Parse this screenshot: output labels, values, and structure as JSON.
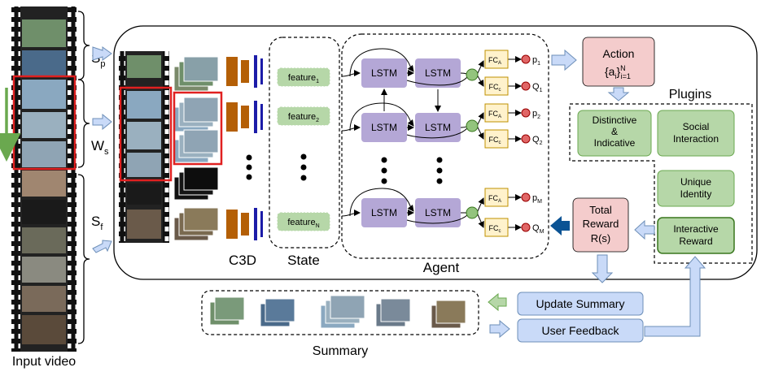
{
  "input_video_label": "Input video",
  "segments": {
    "sp": {
      "main": "S",
      "sub": "p"
    },
    "ws": {
      "main": "W",
      "sub": "s"
    },
    "sf": {
      "main": "S",
      "sub": "f"
    }
  },
  "c3d_label": "C3D",
  "state": {
    "label": "State",
    "features": [
      {
        "main": "feature",
        "sub": "1"
      },
      {
        "main": "feature",
        "sub": "2"
      },
      {
        "main": "feature",
        "sub": "N"
      }
    ]
  },
  "agent": {
    "label": "Agent",
    "lstm_label": "LSTM",
    "fc_a": {
      "main": "FC",
      "sub": "A"
    },
    "fc_c": {
      "main": "FC",
      "sub": "c"
    },
    "outputs": [
      {
        "p": {
          "main": "p",
          "sub": "1"
        },
        "q": {
          "main": "Q",
          "sub": "1"
        }
      },
      {
        "p": {
          "main": "p",
          "sub": "2"
        },
        "q": {
          "main": "Q",
          "sub": "2"
        }
      },
      {
        "p": {
          "main": "p",
          "sub": "M"
        },
        "q": {
          "main": "Q",
          "sub": "M"
        }
      }
    ]
  },
  "action": {
    "line1": "Action",
    "math_main": "{a",
    "math_sub": "i",
    "math_close": "}",
    "math_sup": "N",
    "math_sub2": "i=1"
  },
  "plugins": {
    "title": "Plugins",
    "distinctive": [
      "Distinctive",
      "&",
      "Indicative"
    ],
    "social": [
      "Social",
      "Interaction"
    ],
    "unique": [
      "Unique",
      "Identity"
    ],
    "interactive": [
      "Interactive",
      "Reward"
    ]
  },
  "reward": [
    "Total",
    "Reward",
    "R(s)"
  ],
  "update_summary": "Update Summary",
  "user_feedback": "User Feedback",
  "summary_label": "Summary",
  "colors": {
    "lstm": "#b4a7d6",
    "green_box": "#b6d7a8",
    "green_border": "#6aa84f",
    "action_fill": "#f4cccc",
    "fc_fill": "#fff2cc",
    "blue_btn": "#c9daf8",
    "c3d_orange": "#b45f06",
    "c3d_blue": "#1c1ca8",
    "red_dot": "#e06666",
    "green_dot": "#93c47d",
    "highlight_red": "#e02020",
    "arrow_green": "#6aa84f",
    "arrow_dark_blue": "#0b5394"
  }
}
